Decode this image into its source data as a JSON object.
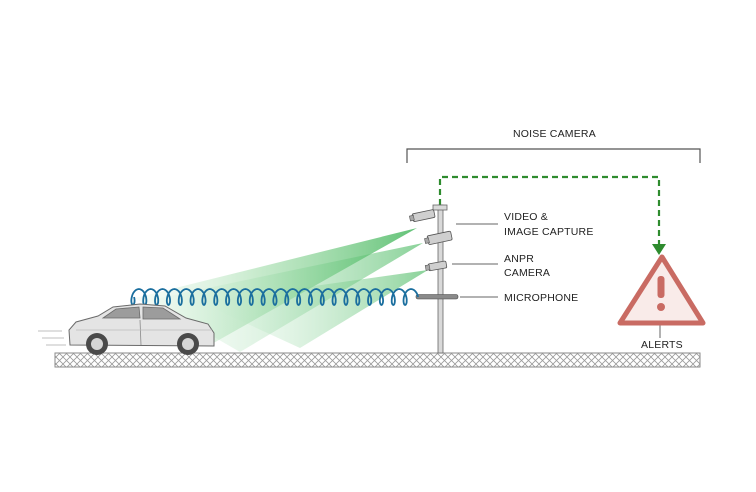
{
  "diagram": {
    "bracket_label": "NOISE CAMERA",
    "labels": {
      "video_line1": "VIDEO &",
      "video_line2": "IMAGE CAPTURE",
      "anpr_line1": "ANPR",
      "anpr_line2": "CAMERA",
      "microphone": "MICROPHONE",
      "alerts": "ALERTS"
    },
    "icons": {
      "car": "car-icon",
      "camera": "camera-icon",
      "microphone": "microphone-icon",
      "alert": "warning-triangle-icon",
      "sound_wave": "sound-wave-icon"
    },
    "colors": {
      "accent_green": "#2e8b2e",
      "beam_green": "#7ecf8a",
      "wave_blue": "#1a6e9e",
      "alert_red": "#c96b63",
      "alert_fill": "#f9ebe9",
      "line_gray": "#555555"
    }
  }
}
